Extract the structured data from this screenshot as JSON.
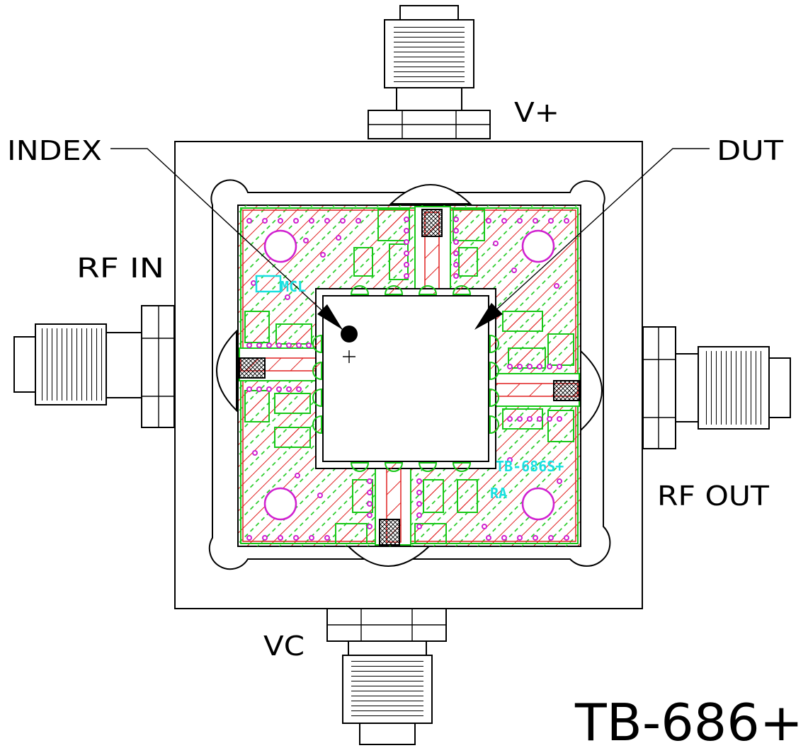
{
  "diagram": {
    "labels": {
      "index": "INDEX",
      "dut": "DUT",
      "rf_in": "RF IN",
      "rf_out": "RF OUT",
      "v_plus": "V+",
      "vc": "VC"
    },
    "part_number": "TB-686+",
    "board_silkscreen": {
      "logo": "MCL",
      "board_id": "TB-686S+",
      "revision": "RA"
    },
    "colors": {
      "copper_hatch": "#e02020",
      "solder_mask_outline": "#18c818",
      "vias": "#d020d0",
      "silkscreen": "#19e0e0",
      "outline": "#000000"
    }
  }
}
